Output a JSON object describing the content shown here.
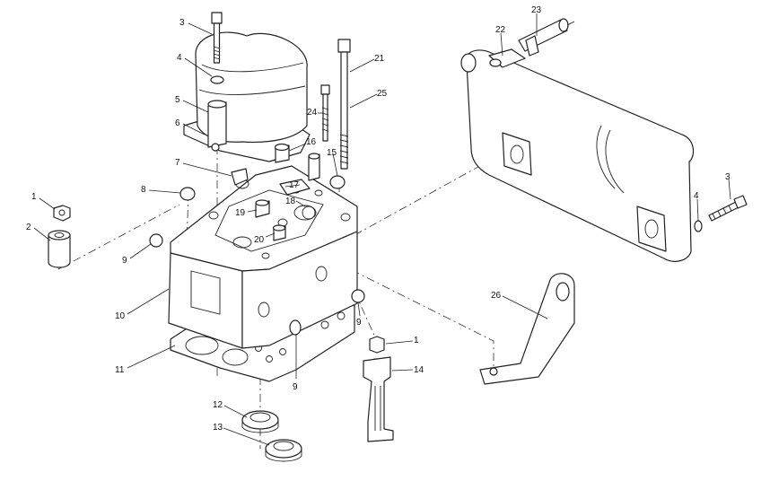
{
  "callouts": {
    "c1a": "1",
    "c1b": "1",
    "c2": "2",
    "c3a": "3",
    "c3b": "3",
    "c4a": "4",
    "c4b": "4",
    "c5": "5",
    "c6": "6",
    "c7": "7",
    "c8": "8",
    "c9a": "9",
    "c9b": "9",
    "c9c": "9",
    "c10": "10",
    "c11": "11",
    "c12": "12",
    "c13": "13",
    "c14": "14",
    "c15": "15",
    "c16": "16",
    "c17": "17",
    "c18": "18",
    "c19": "19",
    "c20": "20",
    "c21": "21",
    "c22": "22",
    "c23": "23",
    "c24": "24",
    "c25": "25",
    "c26": "26"
  }
}
